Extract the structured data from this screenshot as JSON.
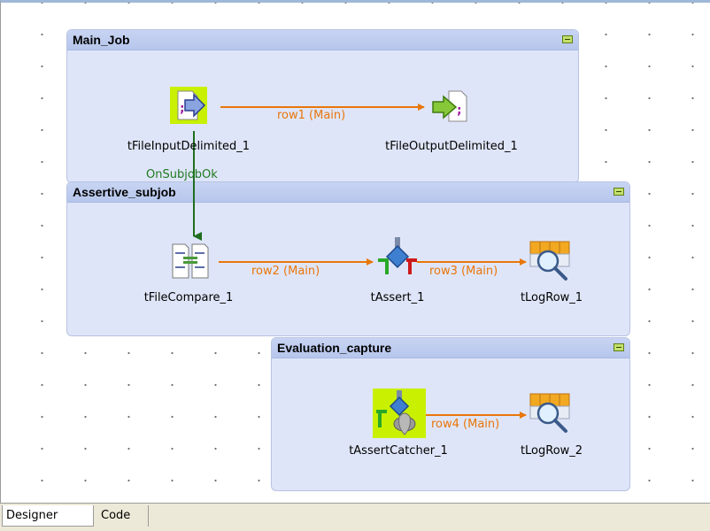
{
  "subjobs": {
    "main": {
      "title": "Main_Job"
    },
    "assertive": {
      "title": "Assertive_subjob"
    },
    "evaluation": {
      "title": "Evaluation_capture"
    }
  },
  "components": {
    "file_input": "tFileInputDelimited_1",
    "file_output": "tFileOutputDelimited_1",
    "file_compare": "tFileCompare_1",
    "assert": "tAssert_1",
    "logrow1": "tLogRow_1",
    "assert_catcher": "tAssertCatcher_1",
    "logrow2": "tLogRow_2"
  },
  "connections": {
    "row1": "row1 (Main)",
    "on_subjob_ok": "OnSubjobOk",
    "row2": "row2 (Main)",
    "row3": "row3 (Main)",
    "row4": "row4 (Main)"
  },
  "tabs": {
    "designer": "Designer",
    "code": "Code"
  },
  "colors": {
    "main_link": "#e8760a",
    "trigger_link": "#1f6e1f",
    "subjob_bg": "#dfe5f8"
  }
}
